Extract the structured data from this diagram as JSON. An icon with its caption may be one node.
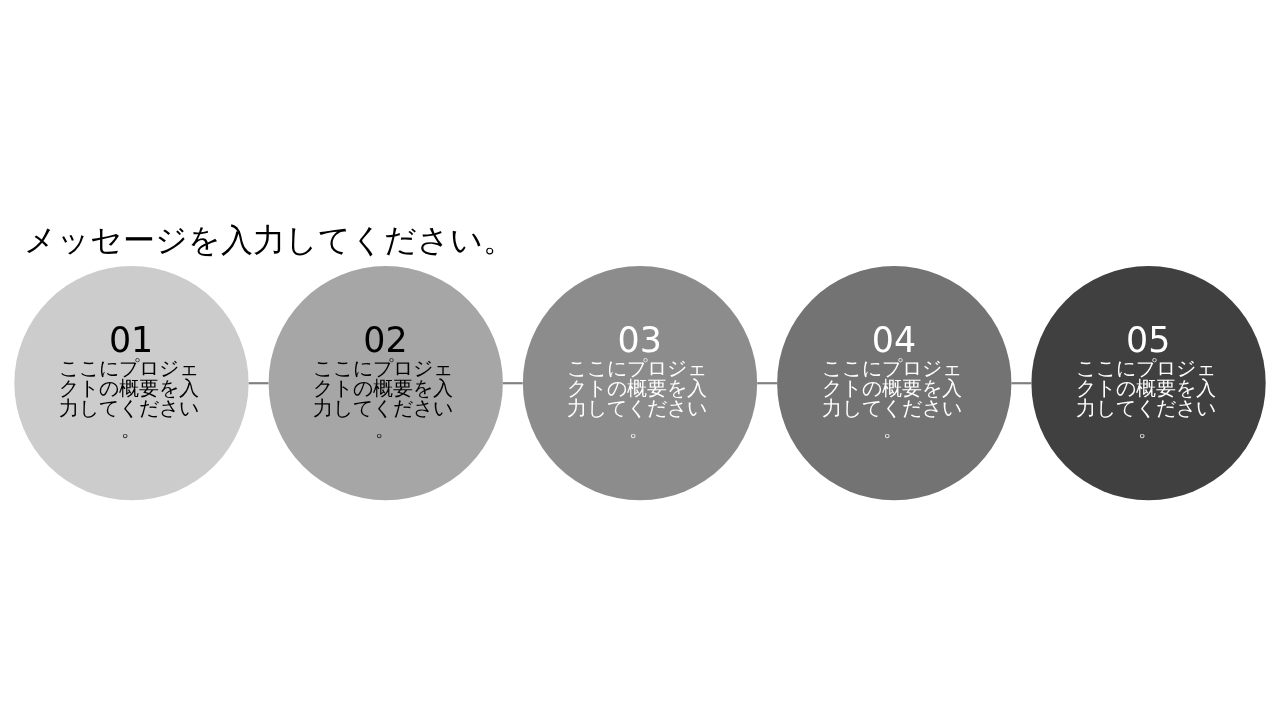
{
  "diagram": {
    "title": "メッセージを入力してください。",
    "nodes": [
      {
        "text": [
          "01",
          "ここにプロジェクトの概要を入力してください。"
        ]
      },
      {
        "text": [
          "02",
          "ここにプロジェクトの概要を入力してください。"
        ]
      },
      {
        "text": [
          "03",
          "ここにプロジェクトの概要を入力してください。"
        ]
      },
      {
        "text": [
          "04",
          "ここにプロジェクトの概要を入力してください。"
        ]
      },
      {
        "text": [
          "05",
          "ここにプロジェクトの概要を入力してください。"
        ]
      }
    ],
    "edges": [
      {
        "from": 0,
        "to": 1,
        "arrow": "none"
      },
      {
        "from": 1,
        "to": 2,
        "arrow": "none"
      },
      {
        "from": 2,
        "to": 3,
        "arrow": "none"
      },
      {
        "from": 3,
        "to": 4,
        "arrow": "none"
      }
    ]
  }
}
